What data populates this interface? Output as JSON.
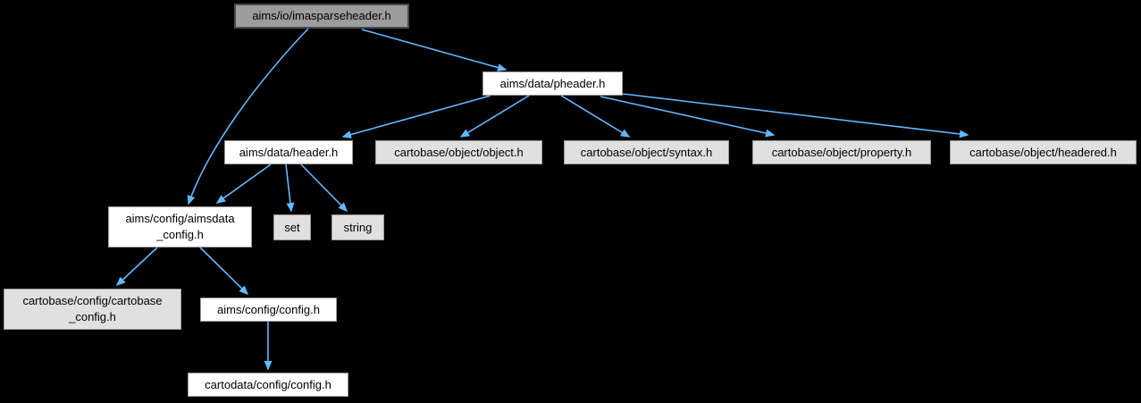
{
  "diagram": {
    "kind": "include-dependency-graph",
    "colors": {
      "background": "#000000",
      "edge": "#63b8ff",
      "main_node_fill": "#9c9c9c",
      "main_node_border": "#4a4a4a",
      "internal_node_fill": "#ffffff",
      "external_node_fill": "#e0e0e0",
      "node_border": "#999999",
      "label_text": "#000000"
    },
    "nodes": [
      {
        "id": "imasparseheader",
        "label": "aims/io/imasparseheader.h",
        "role": "main"
      },
      {
        "id": "pheader",
        "label": "aims/data/pheader.h",
        "role": "internal"
      },
      {
        "id": "header",
        "label": "aims/data/header.h",
        "role": "internal"
      },
      {
        "id": "object",
        "label": "cartobase/object/object.h",
        "role": "external"
      },
      {
        "id": "syntax",
        "label": "cartobase/object/syntax.h",
        "role": "external"
      },
      {
        "id": "property",
        "label": "cartobase/object/property.h",
        "role": "external"
      },
      {
        "id": "headered",
        "label": "cartobase/object/headered.h",
        "role": "external"
      },
      {
        "id": "aimsdata",
        "label": "aims/config/aimsdata\n_config.h",
        "role": "internal"
      },
      {
        "id": "set",
        "label": "set",
        "role": "external"
      },
      {
        "id": "string",
        "label": "string",
        "role": "external"
      },
      {
        "id": "cartobase_config",
        "label": "cartobase/config/cartobase\n_config.h",
        "role": "external"
      },
      {
        "id": "aimsconfig",
        "label": "aims/config/config.h",
        "role": "internal"
      },
      {
        "id": "cartodata",
        "label": "cartodata/config/config.h",
        "role": "internal"
      }
    ],
    "edges": [
      {
        "from": "imasparseheader",
        "to": "pheader"
      },
      {
        "from": "imasparseheader",
        "to": "aimsdata"
      },
      {
        "from": "pheader",
        "to": "header"
      },
      {
        "from": "pheader",
        "to": "object"
      },
      {
        "from": "pheader",
        "to": "syntax"
      },
      {
        "from": "pheader",
        "to": "property"
      },
      {
        "from": "pheader",
        "to": "headered"
      },
      {
        "from": "header",
        "to": "aimsdata"
      },
      {
        "from": "header",
        "to": "set"
      },
      {
        "from": "header",
        "to": "string"
      },
      {
        "from": "aimsdata",
        "to": "cartobase_config"
      },
      {
        "from": "aimsdata",
        "to": "aimsconfig"
      },
      {
        "from": "aimsconfig",
        "to": "cartodata"
      }
    ]
  }
}
